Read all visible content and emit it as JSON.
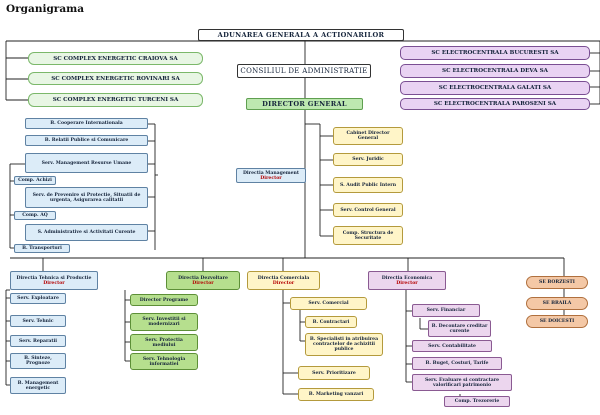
{
  "title": "Organigrama",
  "top": {
    "aga": "ADUNAREA GENERALA A ACTIONARILOR",
    "ca": "CONSILIUL DE ADMINISTRATIE",
    "dg": "DIRECTOR GENERAL"
  },
  "left_companies": [
    "SC COMPLEX ENERGETIC CRAIOVA SA",
    "SC COMPLEX ENERGETIC ROVINARI SA",
    "SC COMPLEX ENERGETIC TURCENI SA"
  ],
  "right_companies": [
    "SC ELECTROCENTRALA BUCURESTI SA",
    "SC ELECTROCENTRALA DEVA SA",
    "SC ELECTROCENTRALA GALATI SA",
    "SC ELECTROCENTRALA PAROSENI SA"
  ],
  "management": {
    "name": "Directia Management",
    "director": "Director",
    "left": [
      "B. Cooperare Internationala",
      "B. Relatii Publice si Comunicare",
      "Serv. Management Resurse Umane",
      "Comp. Achizi",
      "Serv. de Prevenire si Protectie, Situatii de urgenta, Asigurarea calitatii",
      "Comp. AQ",
      "S. Administrative si Activitati Curente",
      "B. Transporturi"
    ],
    "right": [
      "Cabinet Director General",
      "Serv. Juridic",
      "S. Audit Public Intern",
      "Serv. Control General",
      "Comp. Structura de Securitate"
    ]
  },
  "tehnica": {
    "name": "Directia Tehnica si Productie",
    "director": "Director",
    "items": [
      "Serv. Exploatare",
      "Serv. Tehnic",
      "Serv. Reparatii",
      "B. Sinteze, Prognoze",
      "B. Management energetic"
    ]
  },
  "dezvoltare": {
    "name": "Directia Dezvoltare",
    "director": "Director",
    "items": [
      "Director Programe",
      "Serv. Investitii si modernizari",
      "Serv. Protectia mediului",
      "Serv. Tehnologia informatiei"
    ]
  },
  "comerciala": {
    "name": "Directia Comerciala",
    "director": "Director",
    "serv": "Serv. Comercial",
    "sub": [
      "B. Contractari",
      "B. Specialisti in atribuirea contractelor de achizitii publice"
    ],
    "items2": [
      "Serv. Prioritizare",
      "B. Marketing vanzari"
    ]
  },
  "economica": {
    "name": "Directia Economica",
    "director": "Director",
    "financiar": "Serv. Financiar",
    "evidenta": "B. Decontare creditar curente",
    "contabilitate": "Serv. Contabilitate",
    "buget": "B. Buget, Costuri, Tarife",
    "evaluare": "Serv. Evaluare si contractare valorificari patrimonio",
    "trezorerie": "Comp. Trezorerie"
  },
  "sucursale": [
    "SE BORZESTI",
    "SE BRAILA",
    "SE DOICESTI"
  ]
}
